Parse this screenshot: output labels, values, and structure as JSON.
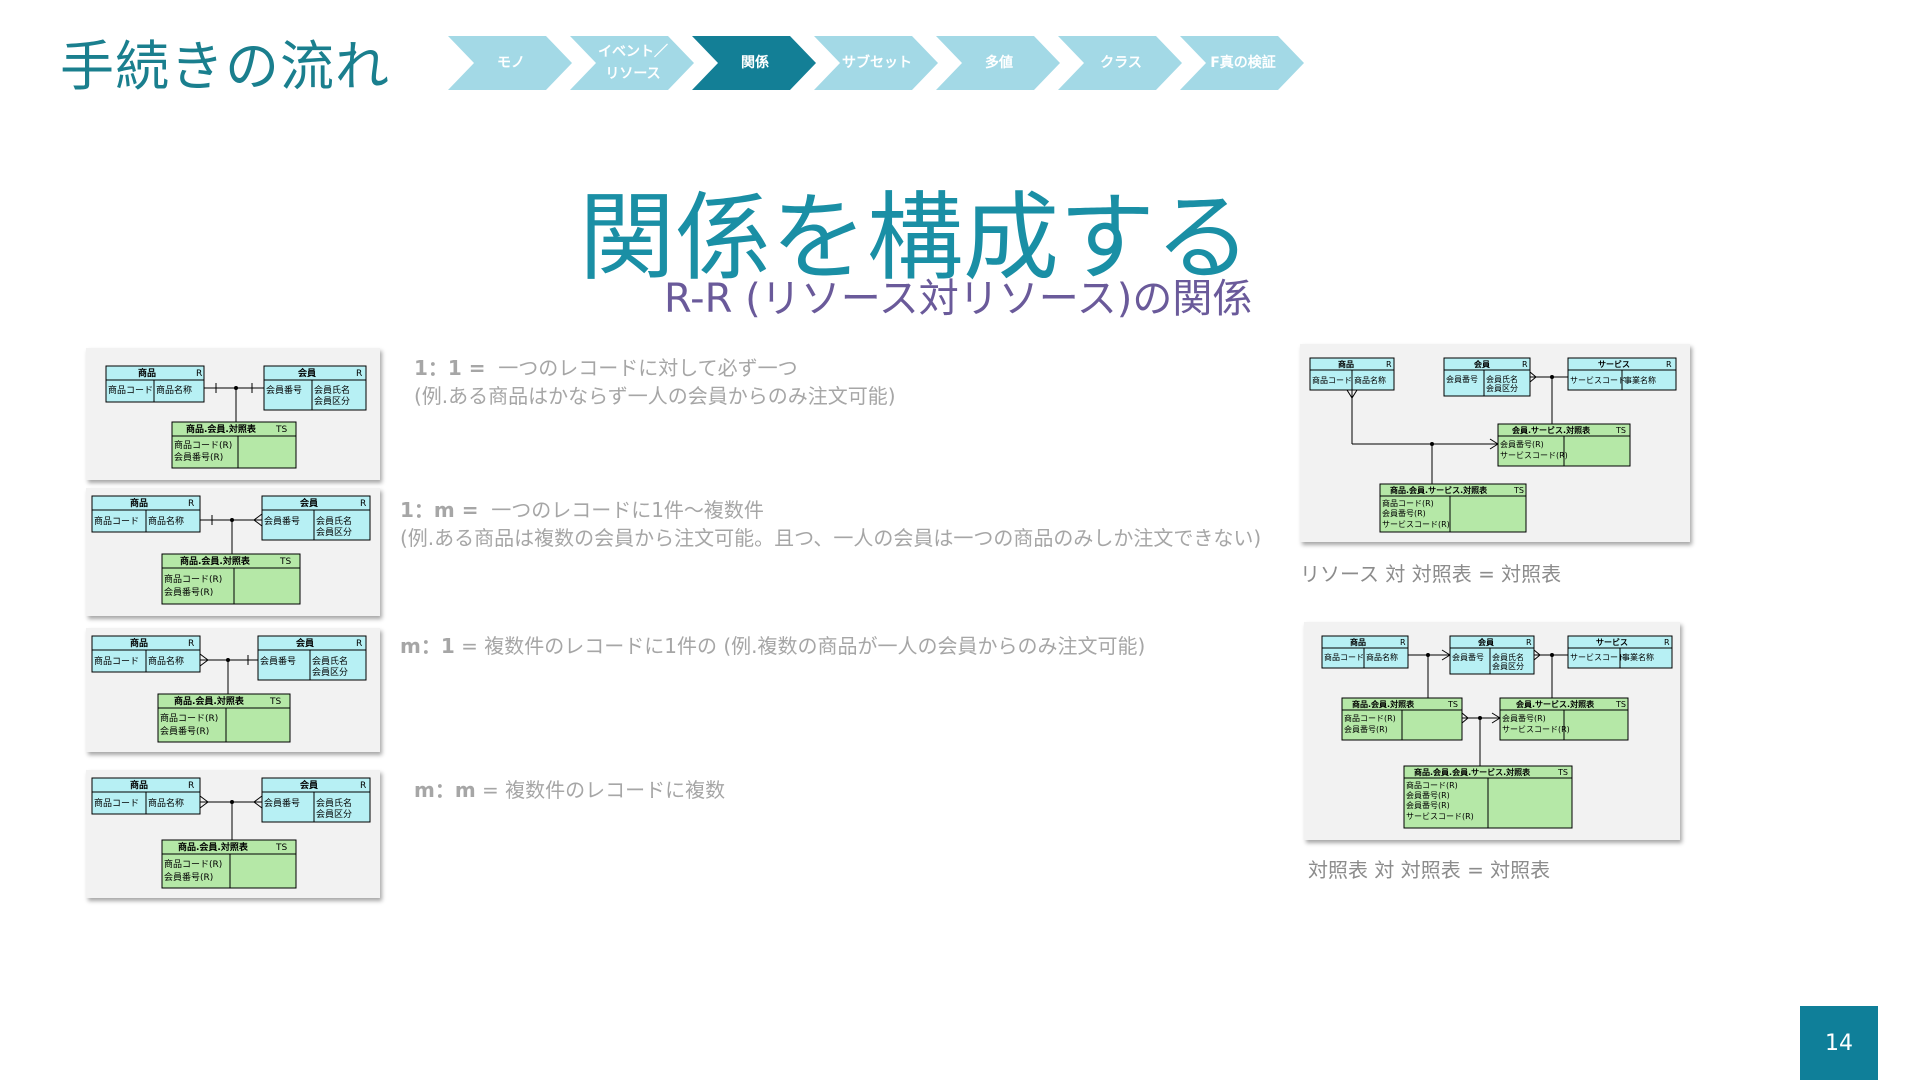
{
  "header": {
    "title": "手続きの流れ",
    "steps": [
      {
        "label": "モノ",
        "active": false
      },
      {
        "label": "イベント／\nリソース",
        "active": false
      },
      {
        "label": "関係",
        "active": true
      },
      {
        "label": "サブセット",
        "active": false
      },
      {
        "label": "多値",
        "active": false
      },
      {
        "label": "クラス",
        "active": false
      },
      {
        "label": "F真の検証",
        "active": false
      }
    ]
  },
  "main": {
    "title": "関係を構成する",
    "subtitle": "R-R (リソース対リソース)の関係"
  },
  "entities": {
    "product": "商品",
    "member": "会員",
    "service": "サービス",
    "tag_r": "R",
    "tag_ts": "TS",
    "product_code": "商品コード",
    "product_name": "商品名称",
    "member_no": "会員番号",
    "member_name": "会員氏名",
    "member_type": "会員区分",
    "service_code": "サービスコード",
    "business_name": "事業名称",
    "product_code_r": "商品コード(R)",
    "member_no_r": "会員番号(R)",
    "service_code_r": "サービスコード(R)",
    "pm_table": "商品.会員.対照表",
    "ms_table": "会員.サービス.対照表",
    "pms_table": "商品.会員.サービス.対照表",
    "pmms_table": "商品.会員.会員.サービス.対照表"
  },
  "relations": [
    {
      "ratio": "1：1 =",
      "text": "一つのレコードに対して必ず一つ",
      "note": "(例.ある商品はかならず一人の会員からのみ注文可能)"
    },
    {
      "ratio": "1：m =",
      "text": "一つのレコードに1件～複数件",
      "note": "(例.ある商品は複数の会員から注文可能。且つ、一人の会員は一つの商品のみしか注文できない)"
    },
    {
      "ratio": "m：1",
      "text": "= 複数件のレコードに1件の (例.複数の商品が一人の会員からのみ注文可能)",
      "note": ""
    },
    {
      "ratio": "m：m",
      "text": "= 複数件のレコードに複数",
      "note": ""
    }
  ],
  "captions": {
    "resource_vs_table": "リソース 対 対照表 = 対照表",
    "table_vs_table": "対照表 対 対照表 = 対照表"
  },
  "colors": {
    "title_teal": "#1a7f8e",
    "step_light": "#a3d9e6",
    "step_active": "#137f96",
    "entity_cyan": "#b7f0f4",
    "table_green": "#b5e8a7",
    "subtitle_purple": "#6a5a9a"
  },
  "page_number": "14"
}
